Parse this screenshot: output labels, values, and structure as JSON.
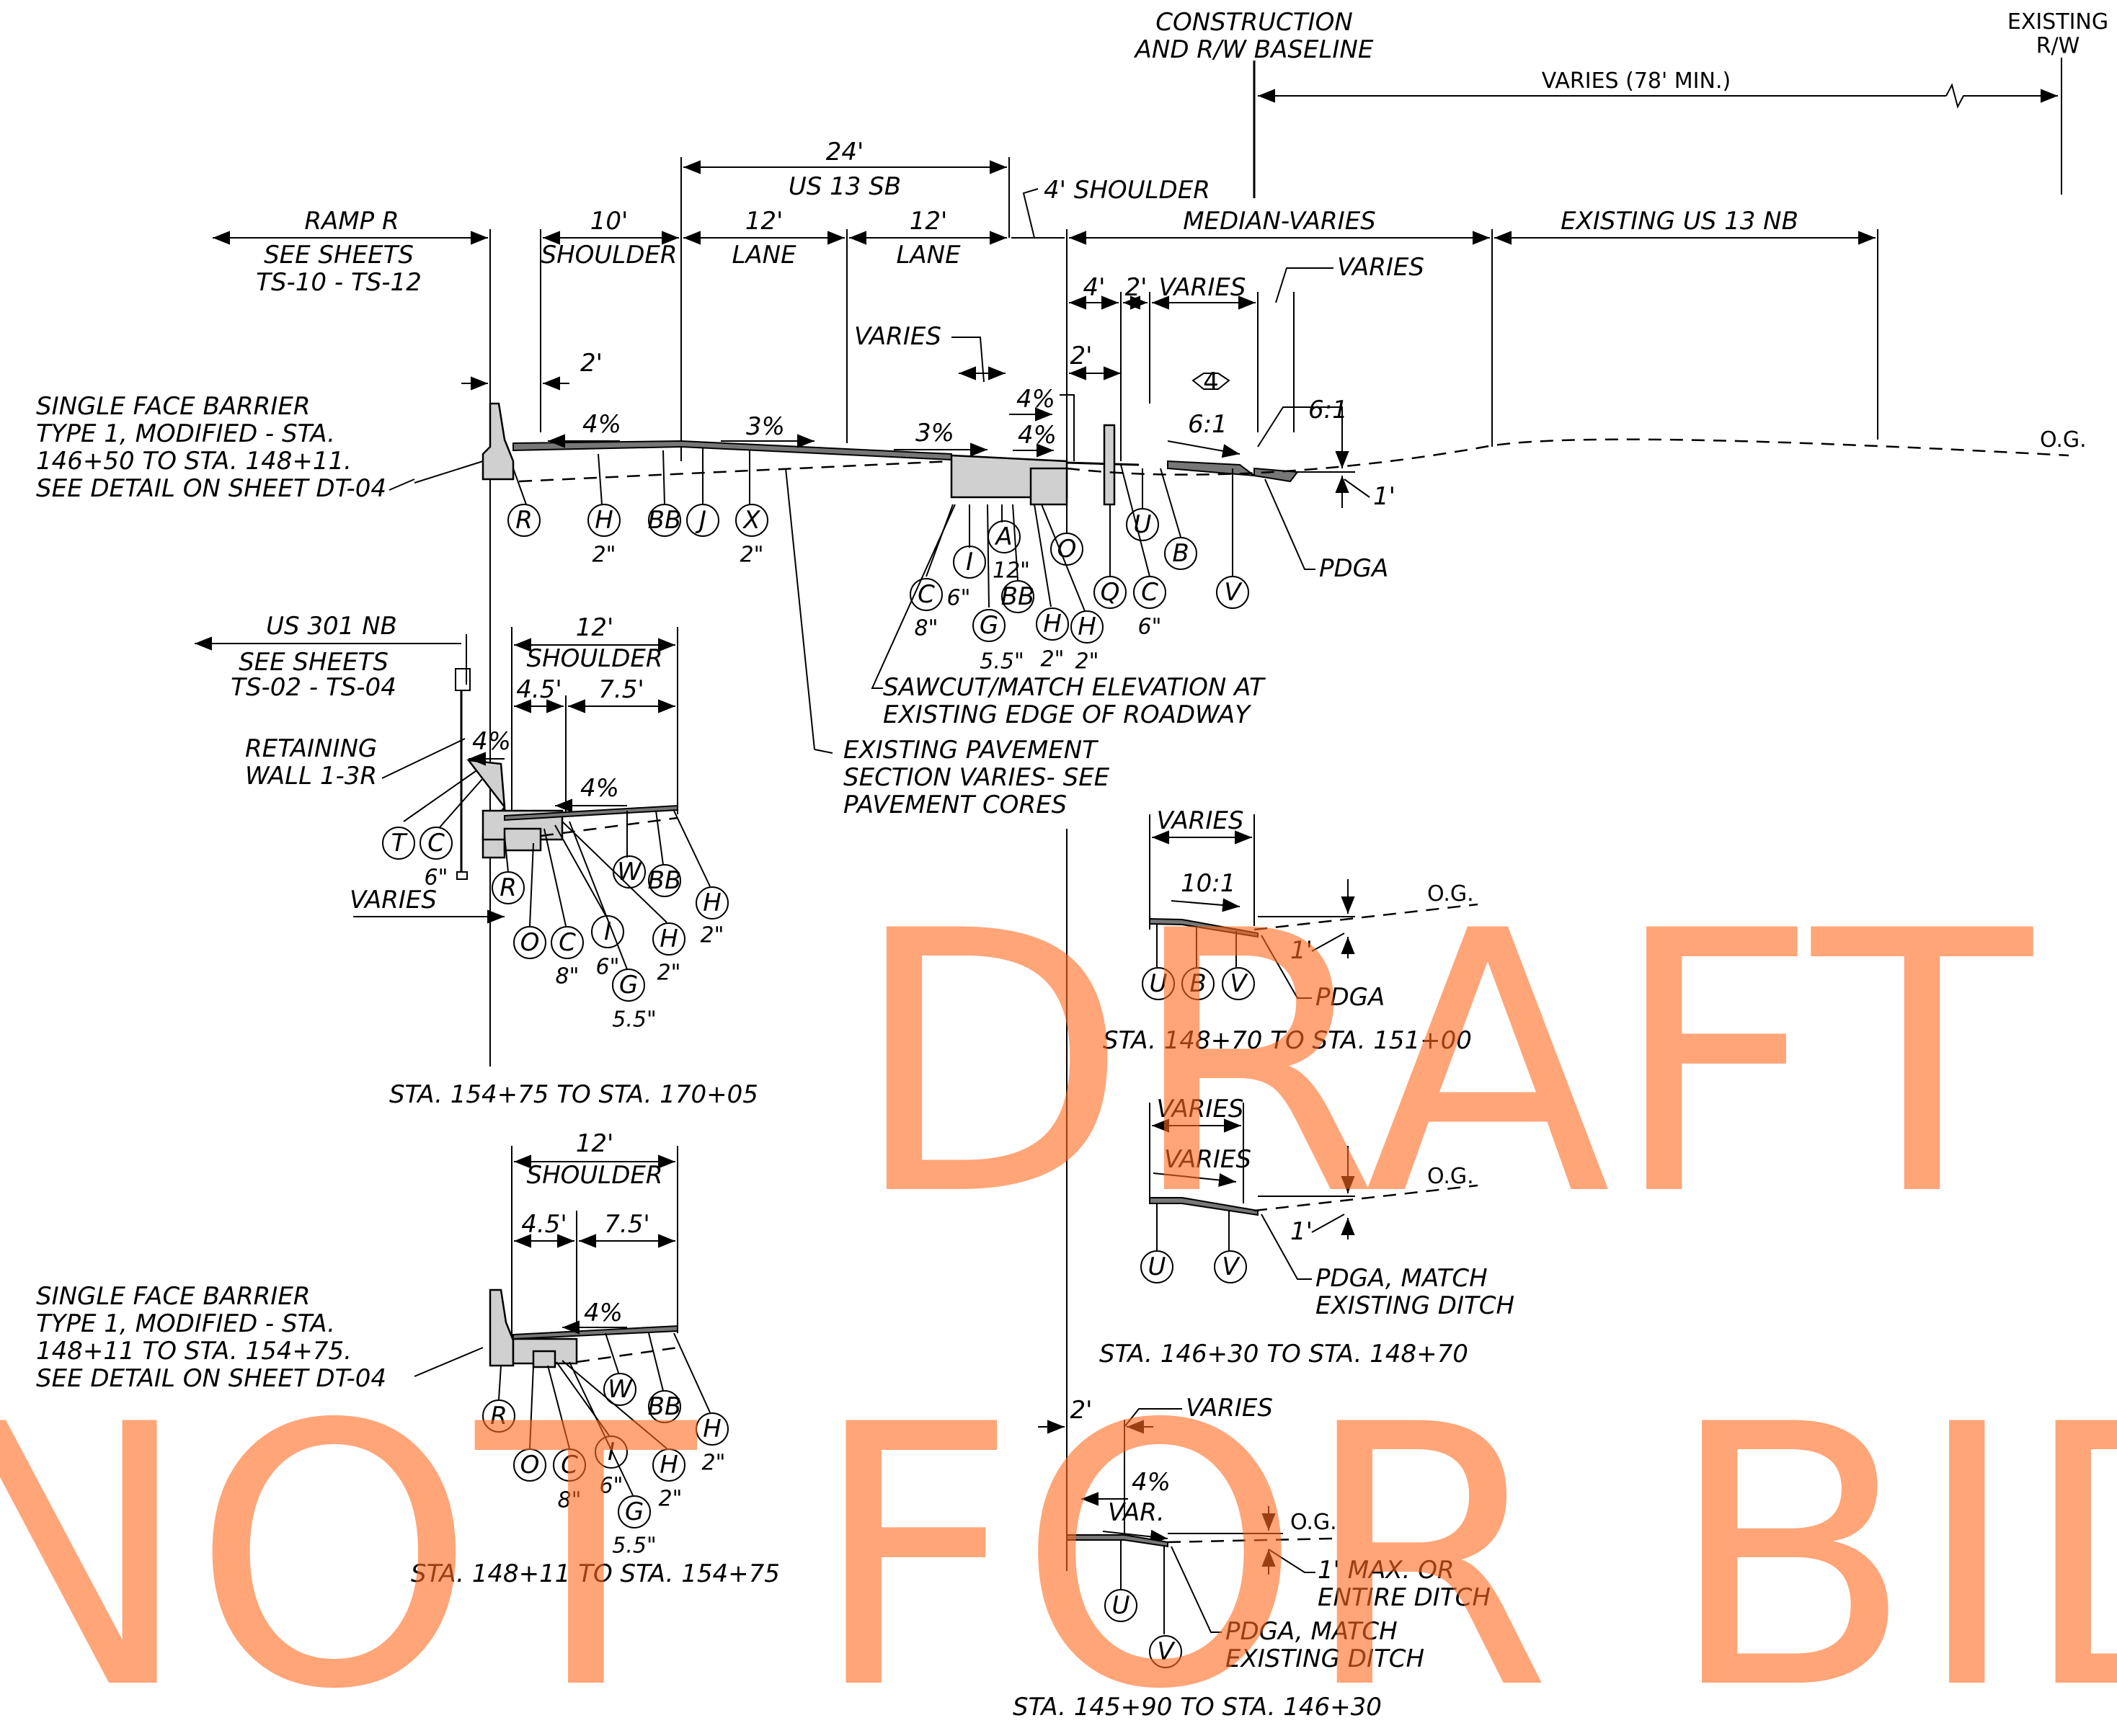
{
  "baseline": "CONSTRUCTION\nAND R/W BASELINE",
  "existing_rw": "EXISTING\nR/W",
  "varies_78": "VARIES (78' MIN.)",
  "dims": {
    "d24": "24'",
    "us13sb": "US 13 SB",
    "shoulder4": "4' SHOULDER",
    "ramp_r": "RAMP R",
    "see_sheets_1": "SEE SHEETS",
    "ts10": "TS-10 - TS-12",
    "d10": "10'",
    "shoulder": "SHOULDER",
    "d12": "12'",
    "lane": "LANE",
    "median": "MEDIAN-VARIES",
    "existing_us13nb": "EXISTING US 13 NB",
    "d4": "4'",
    "d2": "2'",
    "varies": "VARIES",
    "slope4": "4%",
    "slope3": "3%",
    "slope6_1": "6:1",
    "slope10_1": "10:1",
    "hex4": "4",
    "og": "O.G.",
    "one_ft": "1'",
    "pdga": "PDGA"
  },
  "notes": {
    "barrier_a": "SINGLE FACE BARRIER\nTYPE 1, MODIFIED - STA.\n146+50 TO STA. 148+11.\nSEE DETAIL ON SHEET DT-04",
    "barrier_b": "SINGLE FACE BARRIER\nTYPE 1, MODIFIED - STA.\n148+11 TO STA. 154+75.\nSEE DETAIL ON SHEET DT-04",
    "sawcut": "SAWCUT/MATCH ELEVATION AT\nEXISTING EDGE OF ROADWAY",
    "existing_pave": "EXISTING PAVEMENT\nSECTION VARIES- SEE\nPAVEMENT CORES",
    "us301": "US 301 NB",
    "see_sheets_2": "SEE SHEETS",
    "ts02": "TS-02 - TS-04",
    "retaining": "RETAINING\nWALL 1-3R",
    "d45": "4.5'",
    "d75": "7.5'",
    "pdga_match": "PDGA, MATCH\nEXISTING DITCH",
    "one_max": "1' MAX. OR\nENTIRE DITCH",
    "var": "VAR."
  },
  "callouts_main": [
    "R",
    "H",
    "BB",
    "J",
    "X",
    "I",
    "A",
    "C",
    "BB",
    "G",
    "H",
    "H",
    "O",
    "Q",
    "C",
    "U",
    "B",
    "V"
  ],
  "callouts_main_depths": [
    "2\"",
    "2\"",
    "6\"",
    "12\"",
    "8\"",
    "5.5\"",
    "2\"",
    "2\"",
    "6\""
  ],
  "callouts_301": [
    "T",
    "C",
    "R",
    "W",
    "BB",
    "H",
    "O",
    "C",
    "I",
    "H",
    "G"
  ],
  "callouts_301_depths": [
    "6\"",
    "2\"",
    "8\"",
    "6\"",
    "2\"",
    "5.5\""
  ],
  "callouts_148": [
    "R",
    "W",
    "BB",
    "H",
    "O",
    "C",
    "I",
    "H",
    "G"
  ],
  "callouts_148_depths": [
    "2\"",
    "8\"",
    "6\"",
    "2\"",
    "5.5\""
  ],
  "callouts_ditch1": [
    "U",
    "B",
    "V"
  ],
  "callouts_ditch2": [
    "U",
    "V"
  ],
  "callouts_ditch3": [
    "U",
    "V"
  ],
  "stations": {
    "s1": "STA. 154+75 TO STA. 170+05",
    "s2": "STA. 148+70 TO STA. 151+00",
    "s3": "STA. 146+30 TO STA. 148+70",
    "s4": "STA. 148+11 TO STA. 154+75",
    "s5": "STA. 145+90 TO STA. 146+30"
  },
  "watermark": [
    "DRAFT",
    "NOT FOR BID"
  ]
}
